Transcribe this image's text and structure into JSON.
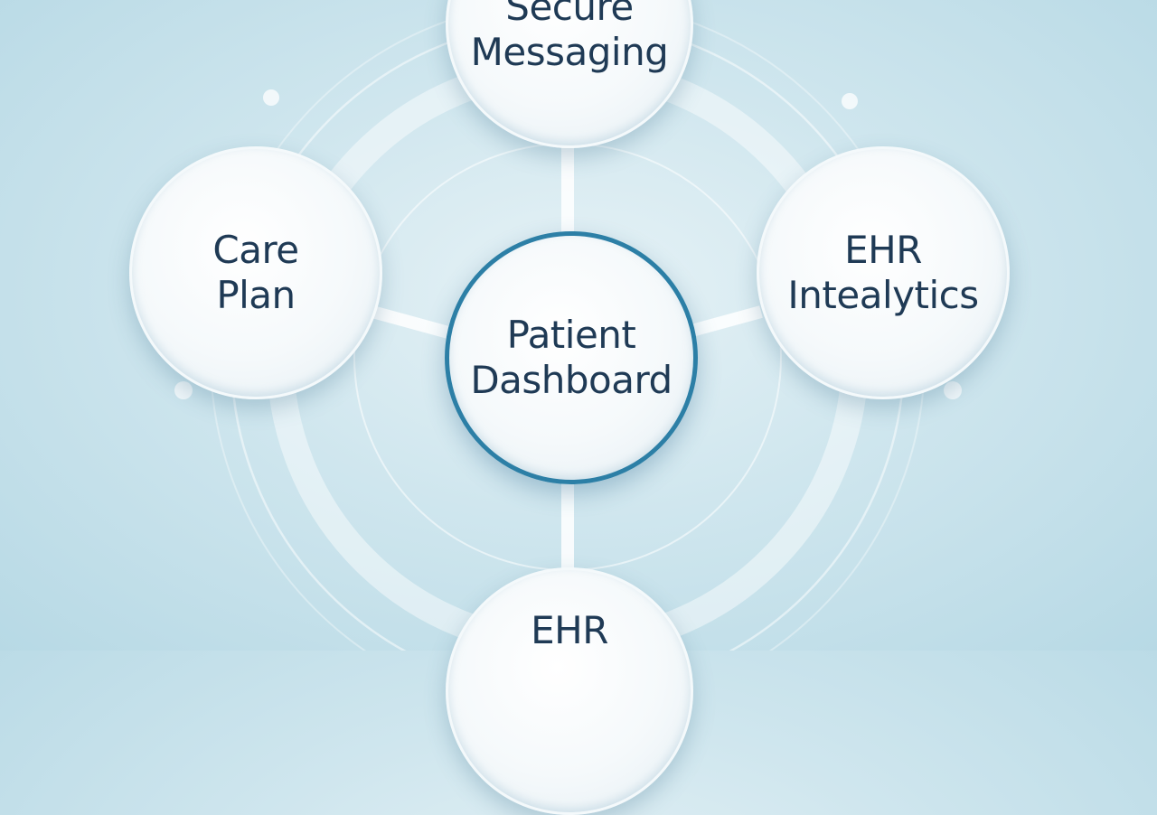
{
  "nodes": {
    "top": {
      "lines": [
        "Secure",
        "Messaging"
      ]
    },
    "left": {
      "lines": [
        "Care",
        "Plan"
      ]
    },
    "right": {
      "lines": [
        "EHR",
        "Intealytics"
      ]
    },
    "center": {
      "lines": [
        "Patient",
        "Dashboard"
      ]
    },
    "bottom": {
      "lines": [
        "EHR"
      ]
    }
  },
  "colors": {
    "background": "#cfe6ee",
    "node_fill": "#ffffff",
    "center_ring": "#2c7fa6",
    "text": "#1f3a55",
    "rings": "#ffffff"
  }
}
